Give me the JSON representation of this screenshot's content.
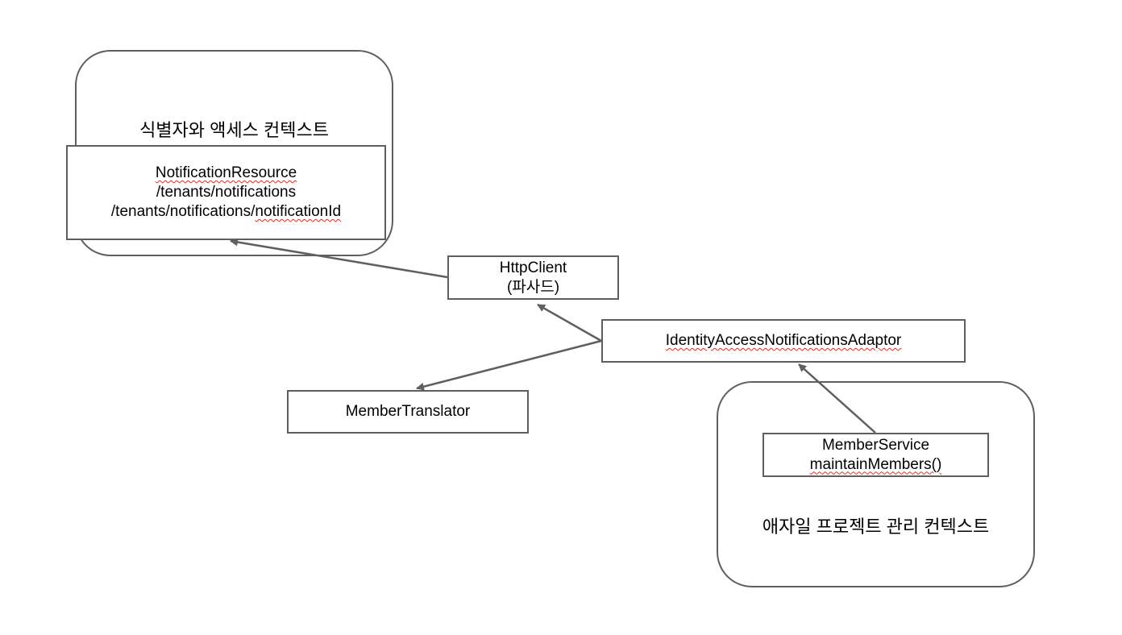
{
  "contexts": {
    "identity": {
      "title": "식별자와 액세스 컨텍스트"
    },
    "agile": {
      "title": "애자일 프로젝트 관리 컨텍스트"
    }
  },
  "boxes": {
    "notification_resource": {
      "name": "NotificationResource",
      "path1": "/tenants/notifications",
      "path2_prefix": "/tenants/notifications/",
      "path2_suffix": "notificationId"
    },
    "http_client": {
      "name": "HttpClient",
      "note": "(파사드)"
    },
    "adaptor": {
      "name": "IdentityAccessNotificationsAdaptor"
    },
    "translator": {
      "name": "MemberTranslator"
    },
    "member_service": {
      "name": "MemberService",
      "method": "maintainMembers()"
    }
  },
  "colors": {
    "line": "#5f5f5f",
    "spellcheck": "#d93025"
  }
}
